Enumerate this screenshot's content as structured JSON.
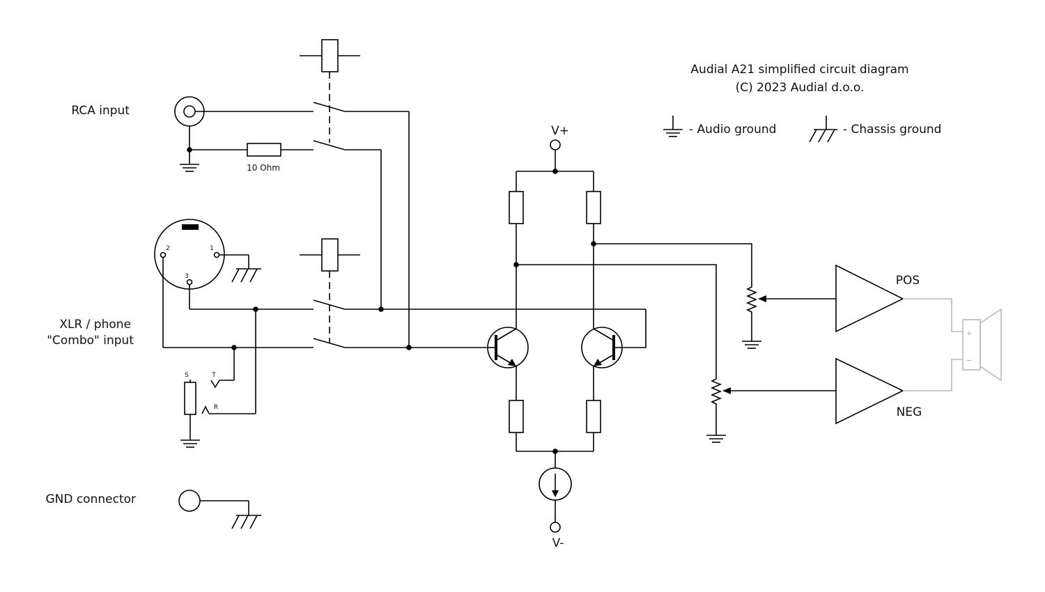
{
  "title": {
    "line1": "Audial A21 simplified circuit diagram",
    "line2": "(C) 2023 Audial d.o.o."
  },
  "legend": {
    "audio_ground": "- Audio ground",
    "chassis_ground": "- Chassis ground"
  },
  "inputs": {
    "rca": "RCA input",
    "xlr_line1": "XLR / phone",
    "xlr_line2": "\"Combo\" input",
    "gnd": "GND connector"
  },
  "resistor_label": "10 Ohm",
  "xlr_pins": {
    "p1": "1",
    "p2": "2",
    "p3": "3"
  },
  "phone_contacts": {
    "s": "S",
    "t": "T",
    "r": "R"
  },
  "supply": {
    "vplus": "V+",
    "vminus": "V-"
  },
  "outputs": {
    "pos": "POS",
    "neg": "NEG"
  },
  "speaker": {
    "plus": "+",
    "minus": "−"
  },
  "colors": {
    "wire": "#000000",
    "speaker_wire": "#b8b8b8"
  }
}
